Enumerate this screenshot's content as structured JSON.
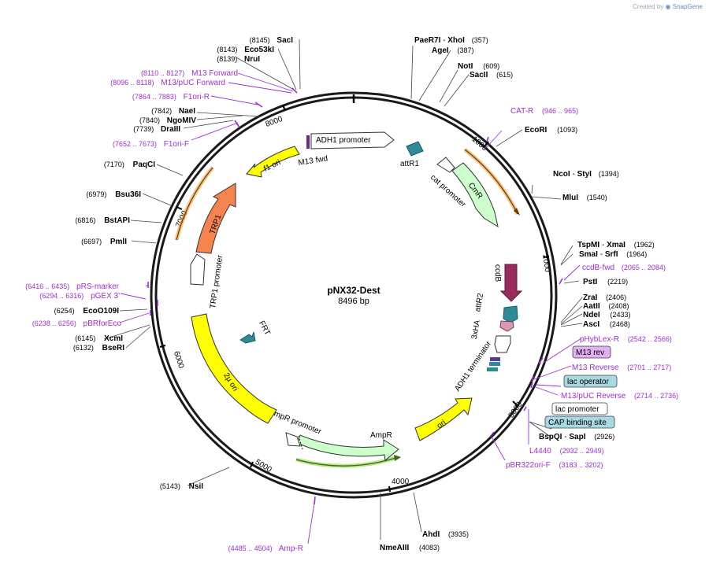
{
  "header": {
    "created_by": "Created by",
    "brand": "SnapGene"
  },
  "map": {
    "name": "pNX32-Dest",
    "length_label": "8496 bp",
    "total_bp": 8496,
    "ticks": [
      "1000",
      "2000",
      "3000",
      "4000",
      "5000",
      "6000",
      "7000",
      "8000"
    ],
    "feature_labels": {
      "adh1_promoter": "ADH1 promoter",
      "attr1": "attR1",
      "cat_promoter": "cat promoter",
      "cmr": "CmR",
      "ccdb": "ccdB",
      "attr2": "attR2",
      "hx3": "3xHA",
      "adh1_terminator": "ADH1 terminator",
      "ori": "ori",
      "ampr": "AmpR",
      "ampr_promoter": "AmpR promoter",
      "two_u_ori": "2µ ori",
      "frt": "FRT",
      "trp1_promoter": "TRP1 promoter",
      "trp1": "TRP1",
      "f1_ori": "f1 ori",
      "m13_fwd": "M13 fwd"
    }
  },
  "right_labels": {
    "paer7i": {
      "name": "PaeR7I",
      "sep": "-",
      "name2": "XhoI",
      "pos": "(357)"
    },
    "agei": {
      "name": "AgeI",
      "pos": "(387)"
    },
    "noti": {
      "name": "NotI",
      "pos": "(609)"
    },
    "sacii": {
      "name": "SacII",
      "pos": "(615)"
    },
    "cat_r": {
      "name": "CAT-R",
      "pos": "(946 .. 965)"
    },
    "ecori": {
      "name": "EcoRI",
      "pos": "(1093)"
    },
    "ncoi": {
      "name": "NcoI",
      "sep": "-",
      "name2": "StyI",
      "pos": "(1394)"
    },
    "mlui": {
      "name": "MluI",
      "pos": "(1540)"
    },
    "tspmi": {
      "name": "TspMI",
      "sep": "-",
      "name2": "XmaI",
      "pos": "(1962)"
    },
    "smai": {
      "name": "SmaI",
      "sep": "-",
      "name2": "SrfI",
      "pos": "(1964)"
    },
    "ccdb_fwd": {
      "name": "ccdB-fwd",
      "pos": "(2065 .. 2084)"
    },
    "psti": {
      "name": "PstI",
      "pos": "(2219)"
    },
    "zrai": {
      "name": "ZraI",
      "pos": "(2406)"
    },
    "aatii": {
      "name": "AatII",
      "pos": "(2408)"
    },
    "ndei": {
      "name": "NdeI",
      "pos": "(2433)"
    },
    "asci": {
      "name": "AscI",
      "pos": "(2468)"
    },
    "phyblex_r": {
      "name": "pHybLex-R",
      "pos": "(2542 .. 2566)"
    },
    "m13_rev": {
      "name": "M13 rev"
    },
    "m13_reverse": {
      "name": "M13 Reverse",
      "pos": "(2701 .. 2717)"
    },
    "lac_operator": {
      "name": "lac operator"
    },
    "m13_puc_reverse": {
      "name": "M13/pUC Reverse",
      "pos": "(2714 .. 2736)"
    },
    "lac_promoter": {
      "name": "lac promoter"
    },
    "cap_site": {
      "name": "CAP binding site"
    },
    "bspqi": {
      "name": "BspQI",
      "sep": "-",
      "name2": "SapI",
      "pos": "(2926)"
    },
    "l4440": {
      "name": "L4440",
      "pos": "(2932 .. 2949)"
    },
    "pbr322ori_f": {
      "name": "pBR322ori-F",
      "pos": "(3183 .. 3202)"
    },
    "ahdi": {
      "name": "AhdI",
      "pos": "(3935)"
    },
    "nmeaiii": {
      "name": "NmeAIII",
      "pos": "(4083)"
    }
  },
  "left_labels": {
    "saci": {
      "pos": "(8145)",
      "name": "SacI"
    },
    "eco53ki": {
      "pos": "(8143)",
      "name": "Eco53kI"
    },
    "nrui": {
      "pos": "(8139)",
      "name": "NruI"
    },
    "m13_forward": {
      "pos": "(8110 .. 8127)",
      "name": "M13 Forward"
    },
    "m13_puc_forward": {
      "pos": "(8096 .. 8118)",
      "name": "M13/pUC Forward"
    },
    "f1ori_r": {
      "pos": "(7864 .. 7883)",
      "name": "F1ori-R"
    },
    "naei": {
      "pos": "(7842)",
      "name": "NaeI"
    },
    "ngomiv": {
      "pos": "(7840)",
      "name": "NgoMIV"
    },
    "draiii": {
      "pos": "(7739)",
      "name": "DraIII"
    },
    "f1ori_f": {
      "pos": "(7652 .. 7673)",
      "name": "F1ori-F"
    },
    "paqci": {
      "pos": "(7170)",
      "name": "PaqCI"
    },
    "bsu36i": {
      "pos": "(6979)",
      "name": "Bsu36I"
    },
    "bstapi": {
      "pos": "(6816)",
      "name": "BstAPI"
    },
    "pmli": {
      "pos": "(6697)",
      "name": "PmlI"
    },
    "prs_marker": {
      "pos": "(6416 .. 6435)",
      "name": "pRS-marker"
    },
    "pgex3": {
      "pos": "(6294 .. 6316)",
      "name": "pGEX 3'"
    },
    "eco0109i": {
      "pos": "(6254)",
      "name": "EcoO109I"
    },
    "pbrforeco": {
      "pos": "(6238 .. 6256)",
      "name": "pBRforEco"
    },
    "xcmi": {
      "pos": "(6145)",
      "name": "XcmI"
    },
    "bseri": {
      "pos": "(6132)",
      "name": "BseRI"
    },
    "nsii": {
      "pos": "(5143)",
      "name": "NsiI"
    },
    "amp_r": {
      "pos": "(4485 .. 4504)",
      "name": "Amp-R"
    }
  },
  "colors": {
    "ring": "#1a1a1a",
    "primer": "#9b30d0",
    "enzyme": "#000000",
    "yellow": "#ffff00",
    "orange": "#f5834d",
    "green_light": "#ccffcc",
    "teal": "#2e8a99",
    "ccdb": "#992a5e",
    "pink": "#d899b5",
    "m13_rev_box": "#e0b0f0",
    "lac_operator_box": "#a8d8e0",
    "cap_box": "#a8d8e0",
    "orf_orange": "#f0a040",
    "orf_green": "#5a8a2a"
  }
}
